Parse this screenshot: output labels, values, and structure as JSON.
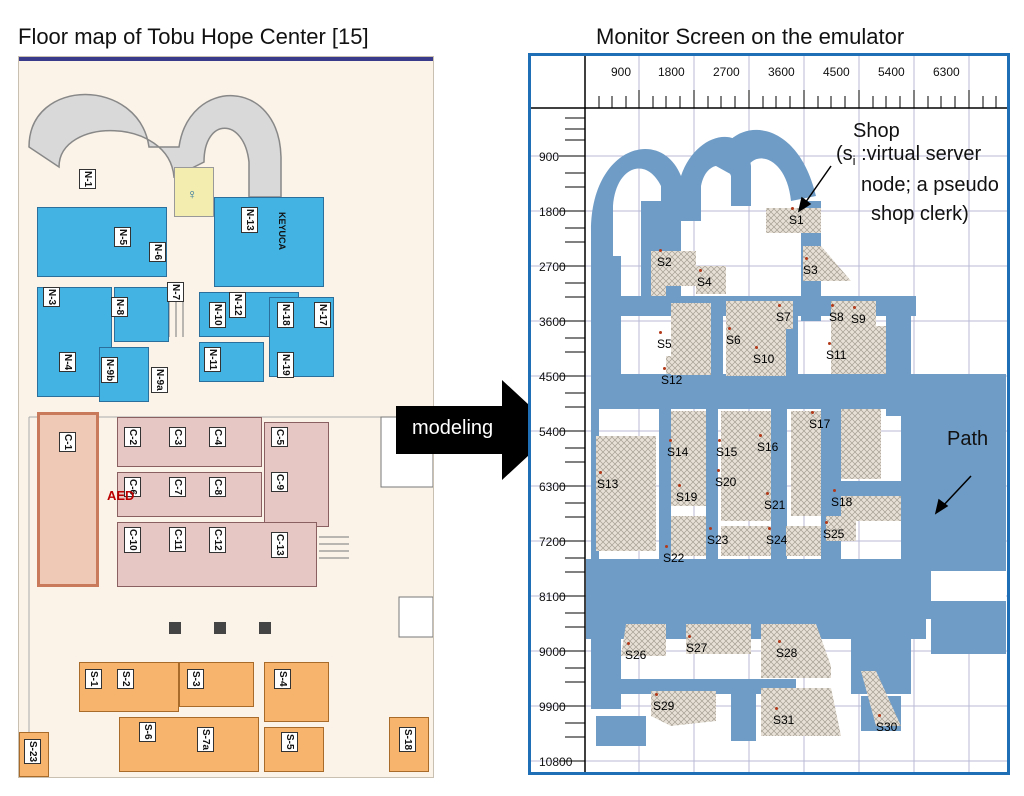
{
  "titles": {
    "left": "Floor map of Tobu Hope Center [15]",
    "right": "Monitor Screen on the emulator"
  },
  "arrow_label": "modeling",
  "left_map": {
    "rooms_blue": [
      "N-1",
      "N-3",
      "N-4",
      "N-5",
      "N-6",
      "N-7",
      "N-8",
      "N-9b",
      "N-9a",
      "N-10",
      "N-11",
      "N-12",
      "N-13",
      "N-17",
      "N-18",
      "N-19"
    ],
    "rooms_pink": [
      "C-1",
      "C-2",
      "C-3",
      "C-4",
      "C-5",
      "C-6",
      "C-7",
      "C-8",
      "C-9",
      "C-10",
      "C-11",
      "C-12",
      "C-13"
    ],
    "rooms_orange": [
      "S-1",
      "S-2",
      "S-3",
      "S-4",
      "S-5",
      "S-6",
      "S-7a",
      "S-18",
      "S-23"
    ],
    "aed": "AED",
    "keyuca": "KEYUCA"
  },
  "monitor": {
    "x_ticks": [
      "900",
      "1800",
      "2700",
      "3600",
      "4500",
      "5400",
      "6300"
    ],
    "y_ticks": [
      "900",
      "1800",
      "2700",
      "3600",
      "4500",
      "5400",
      "6300",
      "7200",
      "8100",
      "9000",
      "9900",
      "10800"
    ],
    "shops": [
      "S1",
      "S2",
      "S3",
      "S4",
      "S5",
      "S6",
      "S7",
      "S8",
      "S9",
      "S10",
      "S11",
      "S12",
      "S13",
      "S14",
      "S15",
      "S16",
      "S17",
      "S18",
      "S19",
      "S20",
      "S21",
      "S22",
      "S23",
      "S24",
      "S25",
      "S26",
      "S27",
      "S28",
      "S29",
      "S30",
      "S31"
    ],
    "annotation_shop": {
      "line1": "Shop",
      "line2_pre": "(s",
      "line2_sub": "i",
      "line2_post": " :virtual server",
      "line3": "node; a pseudo",
      "line4": "shop clerk)"
    },
    "annotation_path": "Path",
    "colors": {
      "path": "#6f9cc6",
      "shop_fill": "#d9d3c9",
      "frame": "#1f6fb6"
    }
  }
}
